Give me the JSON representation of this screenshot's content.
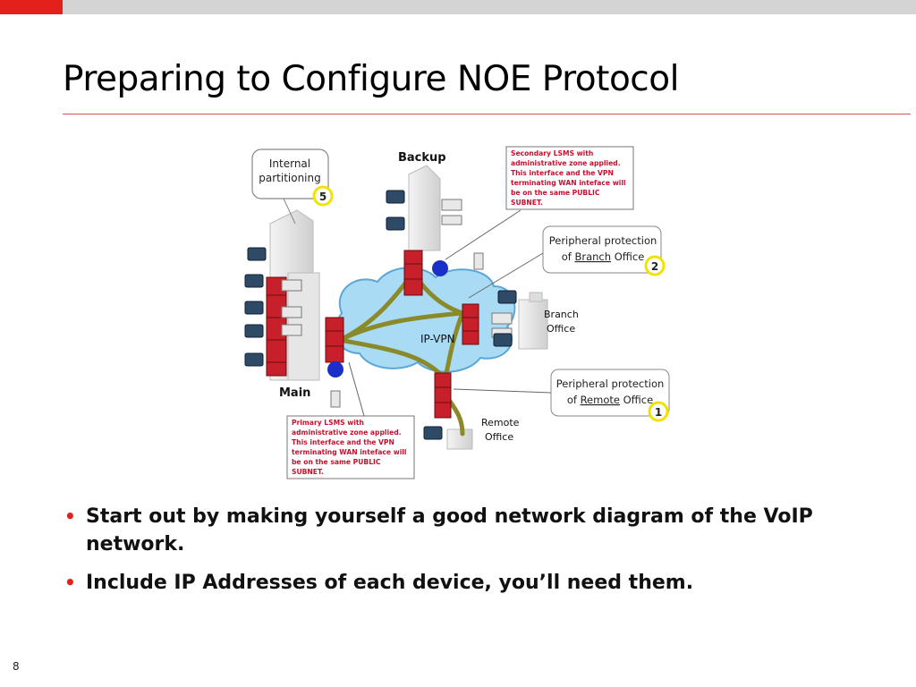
{
  "slide": {
    "title": "Preparing to Configure NOE Protocol",
    "page_number": "8",
    "accent_color": "#e3201b",
    "bar_color": "#d4d4d4"
  },
  "diagram": {
    "labels": {
      "internal_partitioning_line1": "Internal",
      "internal_partitioning_line2": "partitioning",
      "backup": "Backup",
      "main": "Main",
      "ip_vpn": "IP-VPN",
      "branch_office_line1": "Branch",
      "branch_office_line2": "Office",
      "remote_office_line1": "Remote",
      "remote_office_line2": "Office",
      "peripheral_branch_line1": "Peripheral protection",
      "peripheral_branch_line2_prefix": "of ",
      "peripheral_branch_line2_underlined": "Branch",
      "peripheral_branch_line2_suffix": " Office",
      "peripheral_remote_line1": "Peripheral protection",
      "peripheral_remote_line2_prefix": "of ",
      "peripheral_remote_line2_underlined": "Remote",
      "peripheral_remote_line2_suffix": " Office"
    },
    "markers": {
      "m5": "5",
      "m2": "2",
      "m1": "1"
    },
    "secondary_note": [
      "Secondary LSMS with",
      "administrative zone applied.",
      "This interface and the VPN",
      "terminating WAN inteface will",
      "be on the same PUBLIC",
      "SUBNET."
    ],
    "primary_note": [
      "Primary LSMS with",
      "administrative zone applied.",
      "This interface and the VPN",
      "terminating WAN inteface will",
      "be on the same PUBLIC",
      "SUBNET."
    ],
    "colors": {
      "cloud": "#a9dbf5",
      "firewall": "#c8202a",
      "link": "#8a8a2a",
      "node": "#1a2fc8",
      "note_text": "#c8102e",
      "marker": "#f2e200"
    }
  },
  "bullets": [
    " Start out by making yourself a good network diagram of the VoIP network.",
    "Include IP Addresses of each device, you’ll need them."
  ]
}
